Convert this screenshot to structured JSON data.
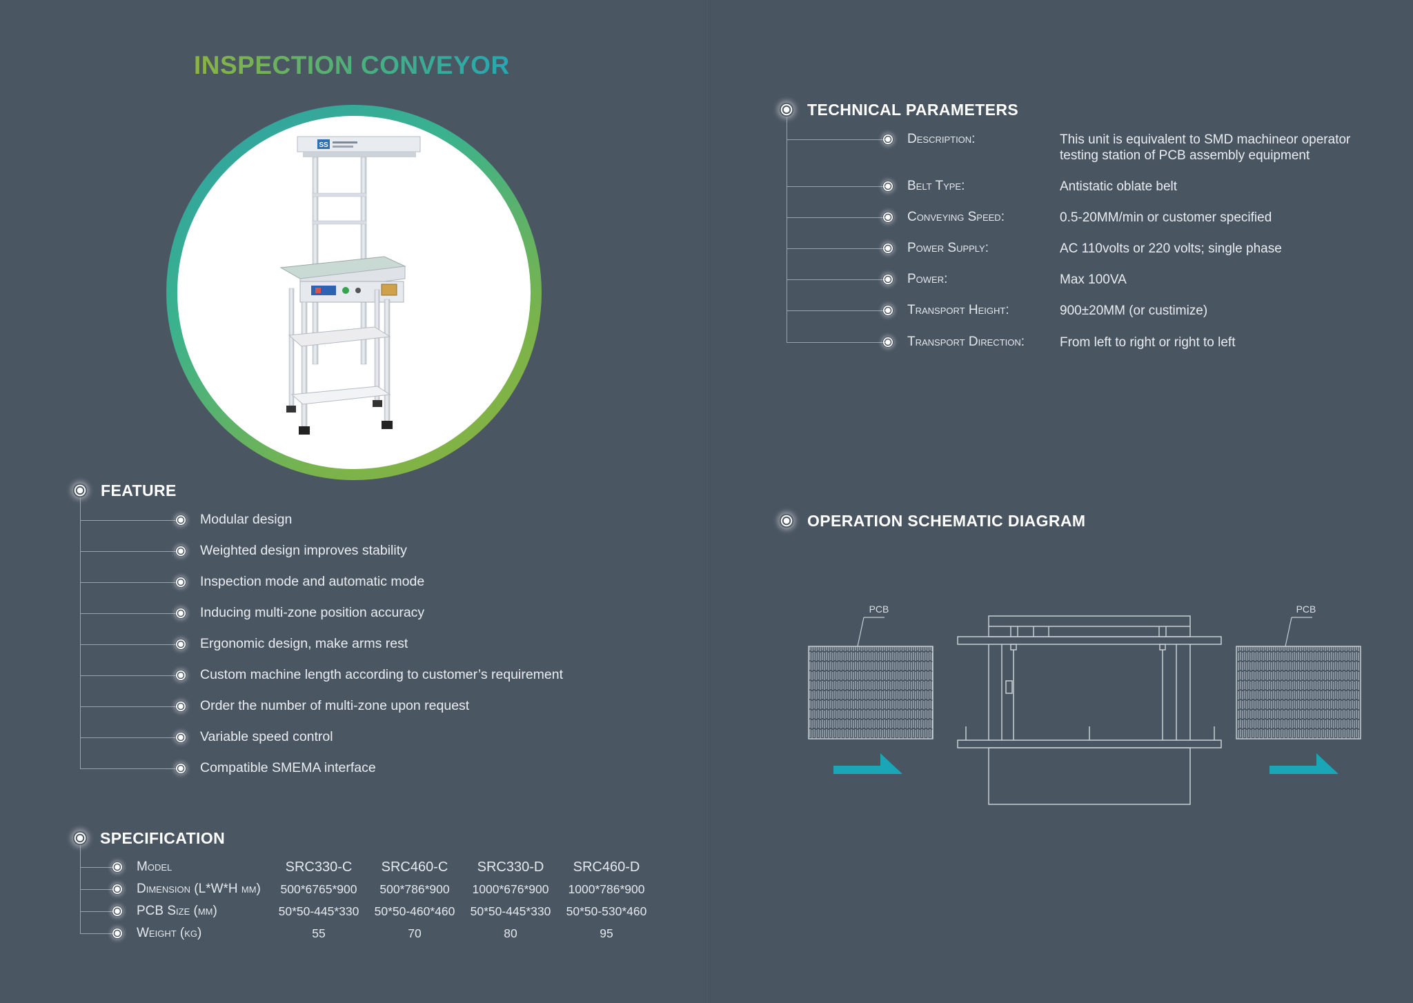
{
  "title": "INSPECTION CONVEYOR",
  "logo_text": "SS",
  "feature": {
    "heading": "FEATURE",
    "items": [
      "Modular design",
      "Weighted design improves stability",
      "Inspection mode and automatic mode",
      "Inducing multi-zone position accuracy",
      "Ergonomic design, make arms rest",
      "Custom machine length according to customer’s requirement",
      "Order the number of multi-zone upon request",
      "Variable speed control",
      "Compatible SMEMA interface"
    ]
  },
  "specification": {
    "heading": "SPECIFICATION",
    "rows": [
      {
        "label": "Model",
        "values": [
          "SRC330-C",
          "SRC460-C",
          "SRC330-D",
          "SRC460-D"
        ]
      },
      {
        "label": "Dimension (L*W*H mm)",
        "values": [
          "500*6765*900",
          "500*786*900",
          "1000*676*900",
          "1000*786*900"
        ]
      },
      {
        "label": "PCB Size (mm)",
        "values": [
          "50*50-445*330",
          "50*50-460*460",
          "50*50-445*330",
          "50*50-530*460"
        ]
      },
      {
        "label": "Weight (kg)",
        "values": [
          "55",
          "70",
          "80",
          "95"
        ]
      }
    ]
  },
  "technical": {
    "heading": "TECHNICAL PARAMETERS",
    "rows": [
      {
        "label": "Description:",
        "value": "This unit is equivalent to SMD machineor operator testing station of PCB assembly equipment"
      },
      {
        "label": "Belt Type:",
        "value": "Antistatic oblate belt"
      },
      {
        "label": "Conveying Speed:",
        "value": "0.5-20MM/min or customer specified"
      },
      {
        "label": "Power Supply:",
        "value": "AC 110volts or 220 volts; single phase"
      },
      {
        "label": "Power:",
        "value": "Max 100VA"
      },
      {
        "label": "Transport Height:",
        "value": "900±20MM (or custimize)"
      },
      {
        "label": "Transport Direction:",
        "value": "From left to right or right to left"
      }
    ]
  },
  "schematic": {
    "heading": "OPERATION SCHEMATIC DIAGRAM",
    "pcb_left": "PCB",
    "pcb_right": "PCB",
    "arrow_color": "#1aa6b7"
  },
  "colors": {
    "background": "#4b5663",
    "title_gradient": [
      "#8db43f",
      "#25a7b3"
    ],
    "ring_gradient": [
      "#2f9ea6",
      "#8bb23f"
    ]
  }
}
